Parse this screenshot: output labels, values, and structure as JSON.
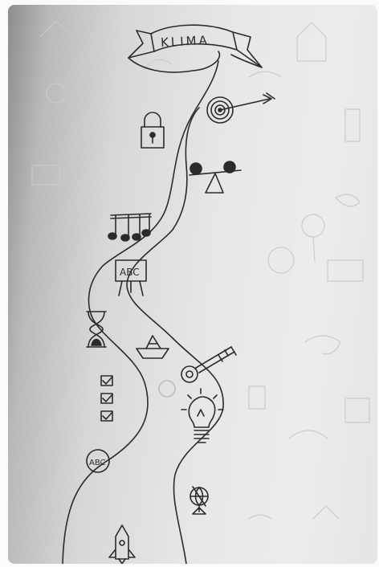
{
  "banner": {
    "title": "KLIMA"
  },
  "sketch": {
    "paper_color": "#e8e8e8",
    "ink_color": "#2b2b2b",
    "faint_ink_color": "#c9c9c9",
    "icons": [
      "target-icon",
      "padlock-icon",
      "balance-scale-icon",
      "music-notes-icon",
      "abc-board-icon",
      "hourglass-icon",
      "paper-boat-icon",
      "key-icon",
      "checklist-icon",
      "lightbulb-icon",
      "abc-circle-icon",
      "globe-icon",
      "rocket-icon"
    ],
    "abc_board_text": "ABC",
    "abc_circle_text": "ABC"
  }
}
